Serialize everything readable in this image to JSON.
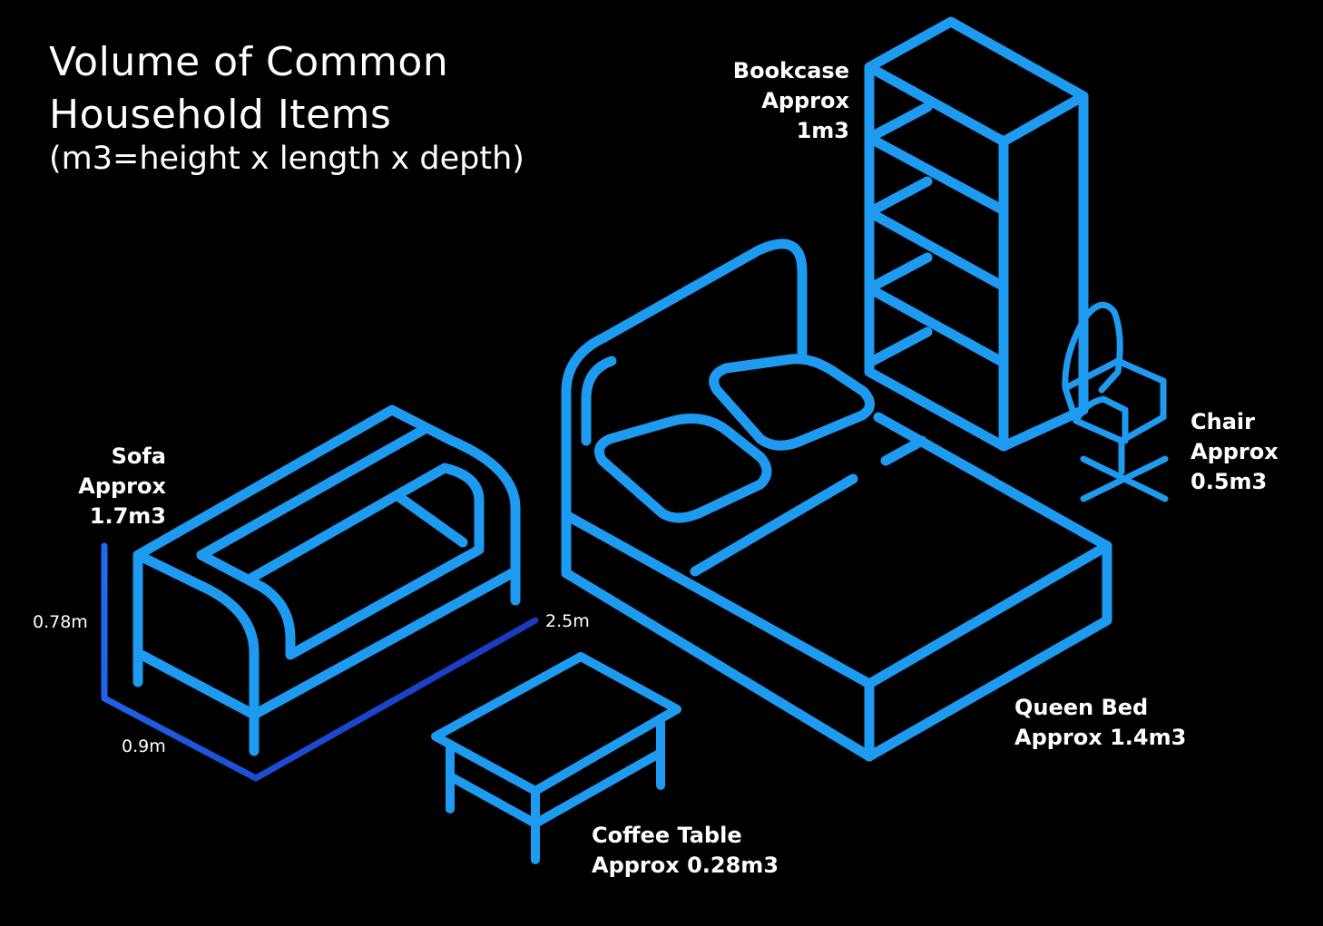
{
  "title": {
    "line1": "Volume of Common",
    "line2": "Household Items",
    "line3": "(m3=height x length x depth)"
  },
  "items": {
    "sofa": {
      "name": "Sofa",
      "approx": "Approx",
      "volume": "1.7m3"
    },
    "bookcase": {
      "name": "Bookcase",
      "approx": "Approx",
      "volume": "1m3"
    },
    "chair": {
      "name": "Chair",
      "approx": "Approx",
      "volume": "0.5m3"
    },
    "queen_bed": {
      "name": "Queen Bed",
      "volume_line": "Approx 1.4m3"
    },
    "coffee_table": {
      "name": "Coffee Table",
      "volume_line": "Approx 0.28m3"
    }
  },
  "dimensions": {
    "height": "0.78m",
    "length": "2.5m",
    "depth": "0.9m"
  },
  "colors": {
    "background": "#000000",
    "line": "#1e9bf0",
    "dimension_line_start": "#2a8bff",
    "dimension_line_end": "#1a2fb0",
    "text": "#ffffff"
  }
}
